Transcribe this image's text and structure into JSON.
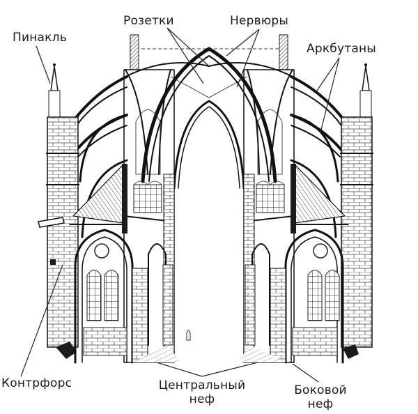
{
  "title": "Gothic cathedral structure",
  "labels": {
    "pinnacle": "Пинакль",
    "rosettes": "Розетки",
    "ribs": "Нервюры",
    "flying_buttresses": "Аркбутаны",
    "buttress": "Контрфорс",
    "central_nave_line1": "Центральный",
    "central_nave_line2": "неф",
    "side_nave_line1": "Боковой",
    "side_nave_line2": "неф"
  },
  "colors": {
    "ink": "#111111",
    "background": "#ffffff"
  }
}
